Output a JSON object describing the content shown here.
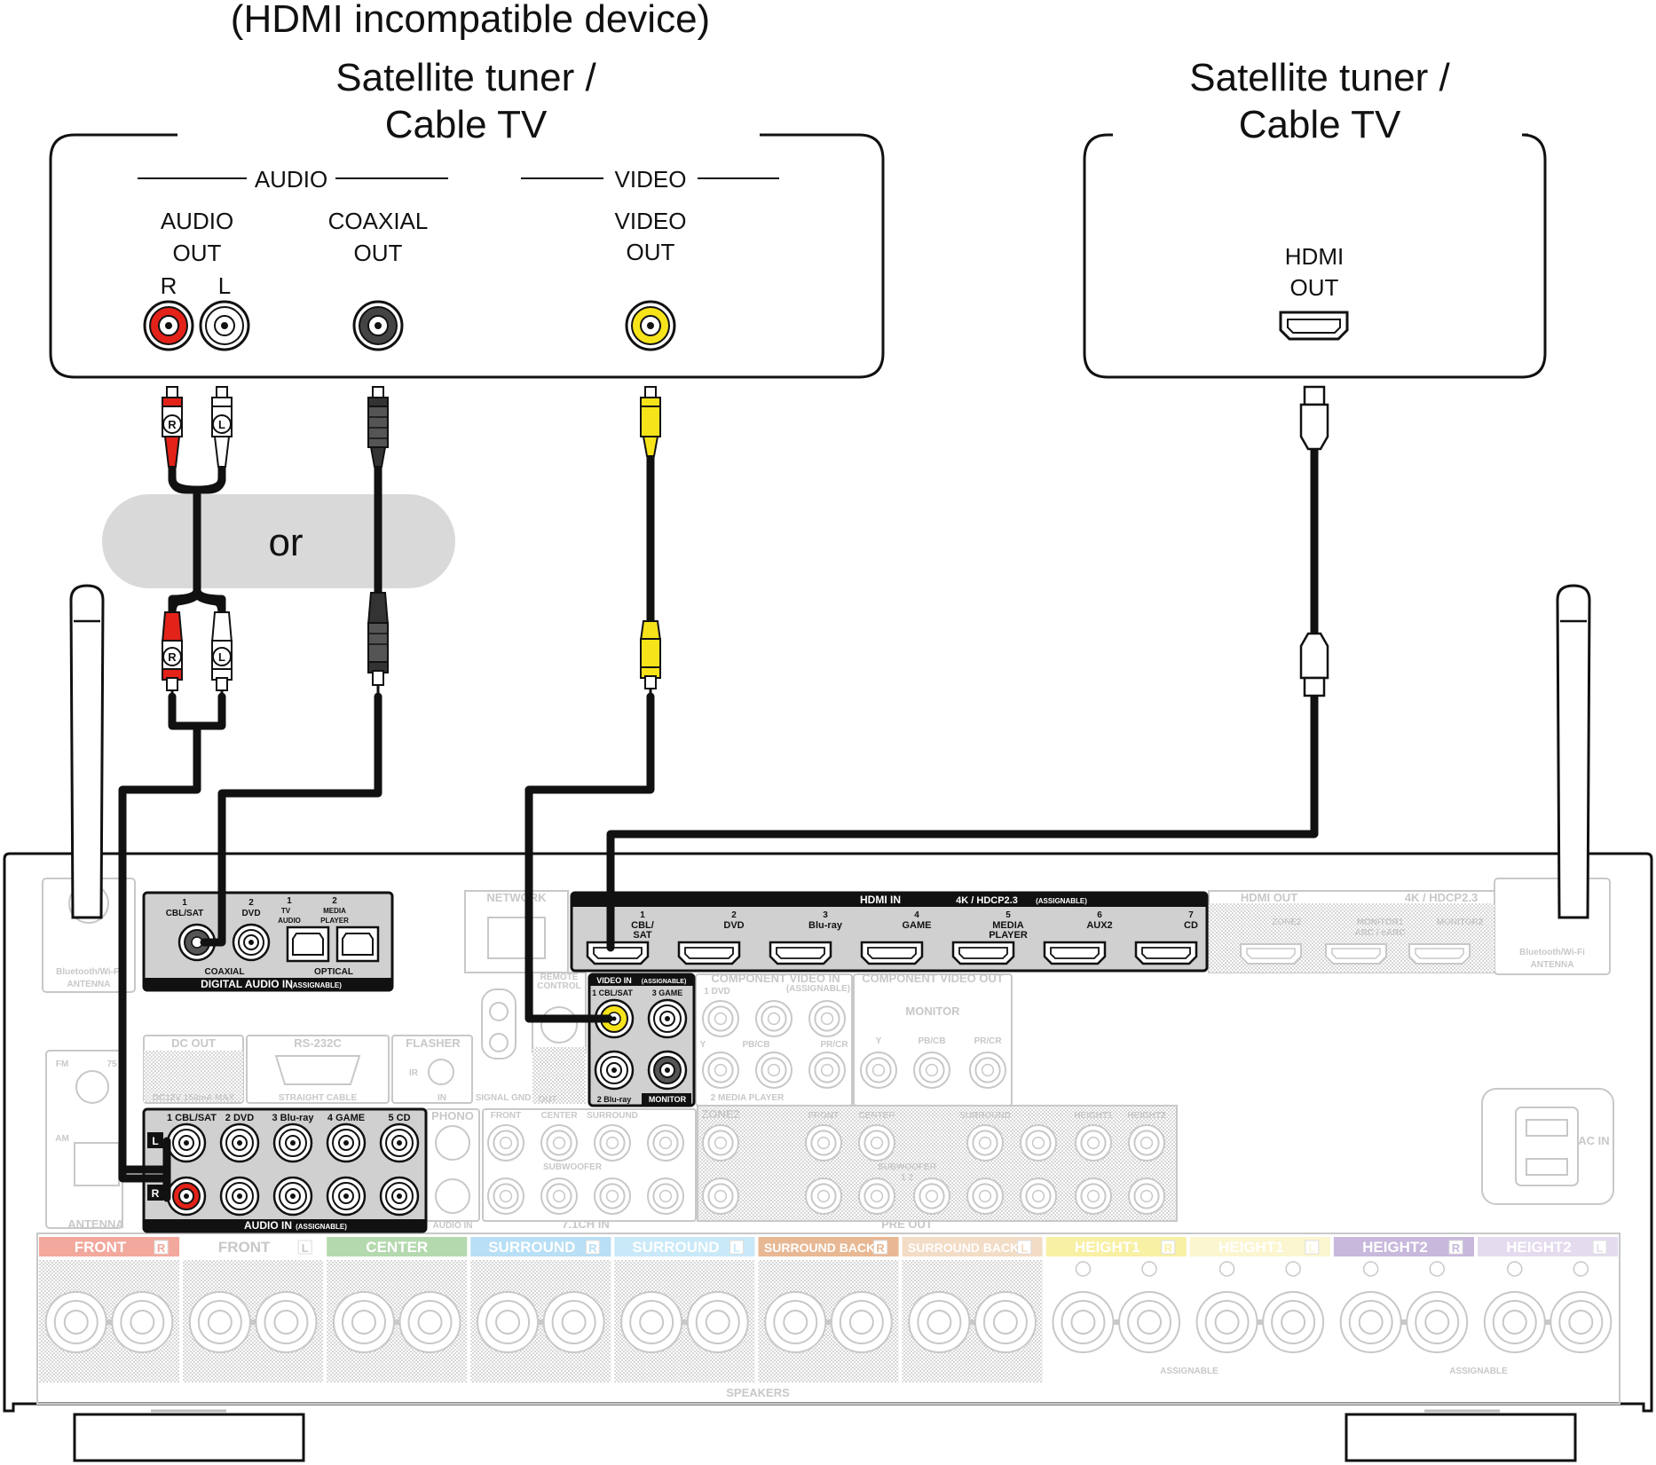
{
  "devices": {
    "left": {
      "note": "(HDMI incompatible device)",
      "title_line1": "Satellite tuner /",
      "title_line2": "Cable TV",
      "audio_group": "AUDIO",
      "video_group": "VIDEO",
      "audio_out_l1": "AUDIO",
      "audio_out_l2": "OUT",
      "r": "R",
      "l": "L",
      "coaxial_l1": "COAXIAL",
      "coaxial_l2": "OUT",
      "video_l1": "VIDEO",
      "video_l2": "OUT"
    },
    "right": {
      "title_line1": "Satellite tuner /",
      "title_line2": "Cable TV",
      "hdmi_l1": "HDMI",
      "hdmi_l2": "OUT"
    }
  },
  "or_label": "or",
  "plug_r": "R",
  "plug_l": "L",
  "receiver": {
    "digital_audio": {
      "title": "DIGITAL AUDIO IN",
      "assignable": "(ASSIGNABLE)",
      "coaxial": "COAXIAL",
      "optical": "OPTICAL",
      "in1_num": "1",
      "in1_name": "CBL/SAT",
      "in2_num": "2",
      "in2_name": "DVD",
      "opt1_num": "1",
      "opt1_l1": "TV",
      "opt1_l2": "AUDIO",
      "opt2_num": "2",
      "opt2_l1": "MEDIA",
      "opt2_l2": "PLAYER"
    },
    "hdmi_in": {
      "title": "HDMI IN",
      "spec": "4K / HDCP2.3",
      "assignable": "(ASSIGNABLE)",
      "inputs": [
        {
          "num": "1",
          "name": "CBL/",
          "name2": "SAT"
        },
        {
          "num": "2",
          "name": "DVD",
          "name2": ""
        },
        {
          "num": "3",
          "name": "Blu-ray",
          "name2": ""
        },
        {
          "num": "4",
          "name": "GAME",
          "name2": ""
        },
        {
          "num": "5",
          "name": "MEDIA",
          "name2": "PLAYER"
        },
        {
          "num": "6",
          "name": "AUX2",
          "name2": ""
        },
        {
          "num": "7",
          "name": "CD",
          "name2": ""
        }
      ]
    },
    "hdmi_out": {
      "title": "HDMI OUT",
      "spec": "4K / HDCP2.3",
      "zone2": "ZONE2",
      "monitor1": "MONITOR1",
      "arc": "ARC / eARC",
      "monitor2": "MONITOR2"
    },
    "video_in": {
      "title": "VIDEO IN",
      "assignable": "(ASSIGNABLE)",
      "p1": "1 CBL/SAT",
      "p3": "3 GAME",
      "p2": "2 Blu-ray",
      "monitor": "MONITOR"
    },
    "audio_in": {
      "title": "AUDIO IN",
      "assignable": "(ASSIGNABLE)",
      "inputs": [
        "1 CBL/SAT",
        "2 DVD",
        "3 Blu-ray",
        "4 GAME",
        "5 CD"
      ],
      "l": "L",
      "r": "R"
    },
    "faded": {
      "bt_left": "Bluetooth/Wi-Fi",
      "antenna": "ANTENNA",
      "network": "NETWORK",
      "remote": "REMOTE",
      "control": "CONTROL",
      "dc_out": "DC OUT",
      "dc_spec": "DC12V 150mA MAX",
      "rs232c": "RS-232C",
      "straight": "STRAIGHT CABLE",
      "flasher": "FLASHER",
      "ir": "IR",
      "in": "IN",
      "signal_gnd": "SIGNAL GND",
      "out": "OUT",
      "fm": "FM",
      "ohm": "75",
      "am": "AM",
      "antenna_bottom": "ANTENNA",
      "phono": "PHONO",
      "audio_in_small": "AUDIO IN",
      "comp_in": "COMPONENT VIDEO IN",
      "comp_in_assignable": "(ASSIGNABLE)",
      "comp_1dvd": "1 DVD",
      "comp_2mp": "2 MEDIA PLAYER",
      "y": "Y",
      "pb": "PB/CB",
      "pr": "PR/CR",
      "comp_out": "COMPONENT VIDEO OUT",
      "monitor": "MONITOR",
      "ch71_in": "7.1CH IN",
      "front": "FRONT",
      "center": "CENTER",
      "surround": "SURROUND",
      "surround_back": "SURROUND BACK",
      "subwoofer": "SUBWOOFER",
      "zone2": "ZONE2",
      "pre_out": "PRE OUT",
      "height1": "HEIGHT1",
      "height2": "HEIGHT2",
      "sub12": "1  2",
      "ac_in": "AC IN",
      "bt_right": "Bluetooth/Wi-Fi",
      "antenna_right": "ANTENNA",
      "speakers": "SPEAKERS",
      "assignable_small": "ASSIGNABLE"
    },
    "speaker_labels": [
      {
        "text": "FRONT",
        "side": "R",
        "color": "#f2a89c"
      },
      {
        "text": "FRONT",
        "side": "L",
        "color": "#ffffff"
      },
      {
        "text": "CENTER",
        "side": "",
        "color": "#b5d9ae"
      },
      {
        "text": "SURROUND",
        "side": "R",
        "color": "#b8dff5"
      },
      {
        "text": "SURROUND",
        "side": "L",
        "color": "#c9e9f8"
      },
      {
        "text": "SURROUND BACK",
        "side": "R",
        "color": "#e8b894"
      },
      {
        "text": "SURROUND BACK",
        "side": "L",
        "color": "#f3dcc6"
      },
      {
        "text": "HEIGHT1",
        "side": "R",
        "color": "#f8f0a4"
      },
      {
        "text": "HEIGHT1",
        "side": "L",
        "color": "#fbf6d0"
      },
      {
        "text": "HEIGHT2",
        "side": "R",
        "color": "#c8b8dc"
      },
      {
        "text": "HEIGHT2",
        "side": "L",
        "color": "#e4dcee"
      }
    ]
  },
  "colors": {
    "red": "#e32219",
    "yellow": "#f7e31a",
    "white": "#ffffff",
    "black": "#222222",
    "faded": "#c8c8c8"
  }
}
